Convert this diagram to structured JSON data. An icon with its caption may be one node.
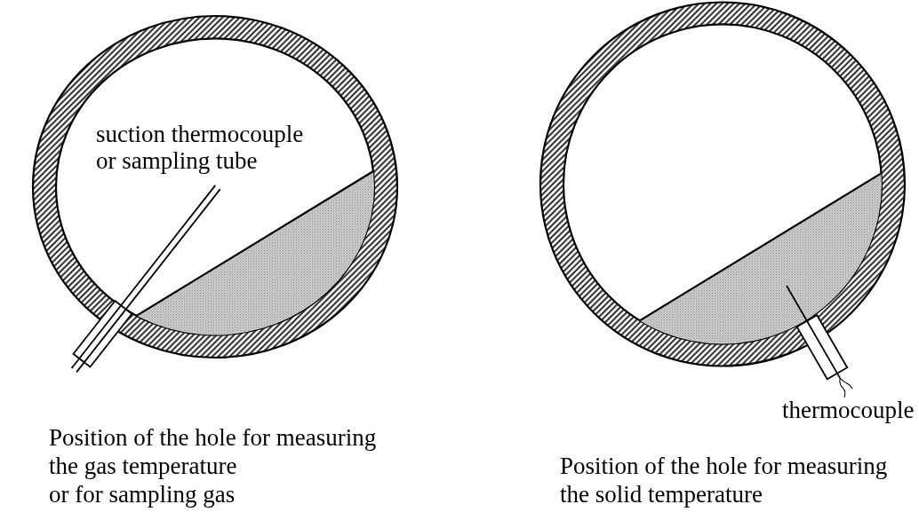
{
  "diagram": {
    "labels": [
      "suction thermocouple or sampling tube",
      "thermocouple",
      "Position of the hole for measuring the gas temperature or for sampling gas",
      "Position of the hole for measuring the solid temperature"
    ]
  }
}
